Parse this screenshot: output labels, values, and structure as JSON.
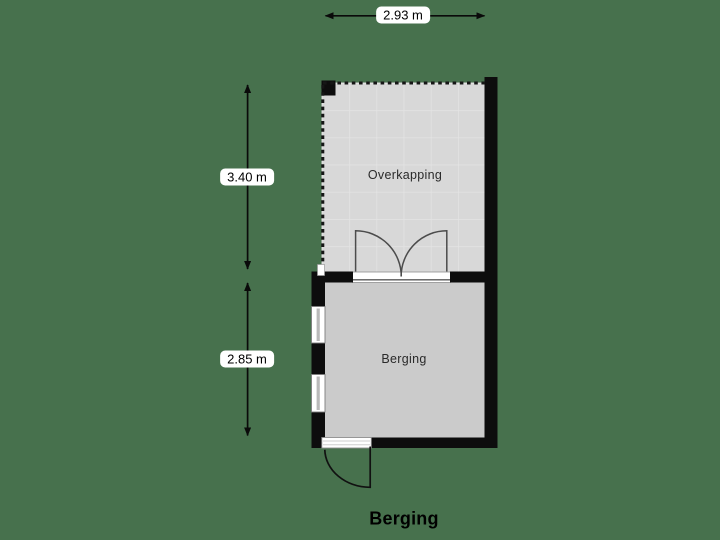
{
  "plan": {
    "title": "Berging",
    "rooms": [
      {
        "name": "Overkapping"
      },
      {
        "name": "Berging"
      }
    ],
    "dimensions": {
      "top_width": "2.93 m",
      "overkapping_height": "3.40 m",
      "berging_height": "2.85 m"
    },
    "colors": {
      "background": "#47714D",
      "wall": "#0d0d0d",
      "overkapping_floor": "#d8d8d8",
      "overkapping_tile_line": "#e4e4e4",
      "berging_floor": "#cbcbcb",
      "dimension_label_bg": "#ffffff",
      "door_stroke": "#4c4c4c"
    }
  }
}
